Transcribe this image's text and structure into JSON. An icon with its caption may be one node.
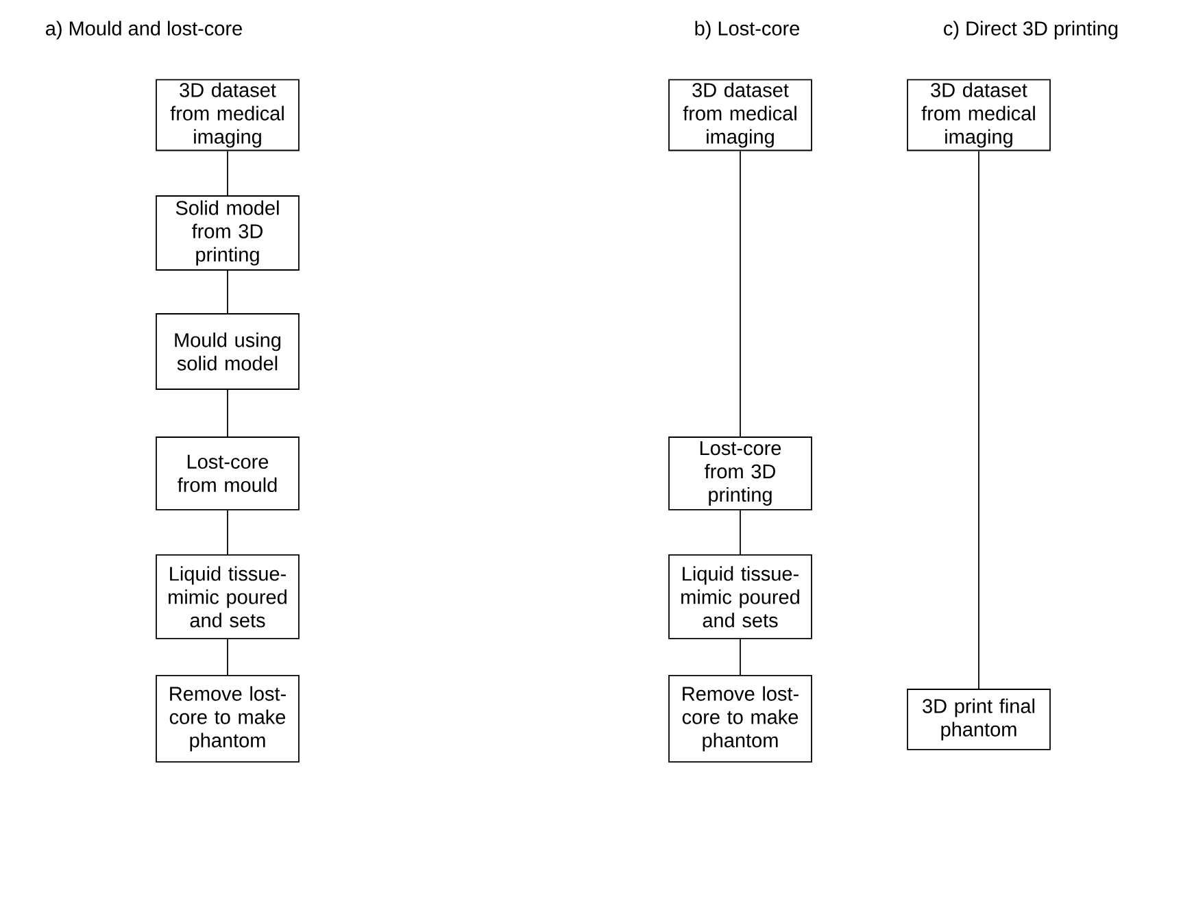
{
  "diagram": {
    "nodes": [
      {
        "text": [
          "3D dataset from medical imaging"
        ]
      },
      {
        "text": [
          "Solid model from 3D printing"
        ]
      },
      {
        "text": [
          "Mould using solid model"
        ]
      },
      {
        "text": [
          "Lost-core from mould"
        ]
      },
      {
        "text": [
          "Liquid tissue-mimic poured and sets"
        ]
      },
      {
        "text": [
          "Remove lost-core to make phantom"
        ]
      },
      {
        "text": [
          "3D dataset from medical imaging"
        ]
      },
      {
        "text": [
          "Lost-core from 3D printing"
        ]
      },
      {
        "text": [
          "Liquid tissue-mimic poured and sets"
        ]
      },
      {
        "text": [
          "Remove lost-core to make phantom"
        ]
      },
      {
        "text": [
          "3D dataset from medical imaging"
        ]
      },
      {
        "text": [
          "3D print final phantom"
        ]
      }
    ],
    "edges": [
      {
        "from": 0,
        "to": 1,
        "arrow": "none"
      },
      {
        "from": 1,
        "to": 2,
        "arrow": "none"
      },
      {
        "from": 2,
        "to": 3,
        "arrow": "none"
      },
      {
        "from": 3,
        "to": 4,
        "arrow": "none"
      },
      {
        "from": 4,
        "to": 5,
        "arrow": "none"
      },
      {
        "from": 6,
        "to": 7,
        "arrow": "none"
      },
      {
        "from": 7,
        "to": 8,
        "arrow": "none"
      },
      {
        "from": 8,
        "to": 9,
        "arrow": "none"
      },
      {
        "from": 10,
        "to": 11,
        "arrow": "none"
      }
    ],
    "labels": [
      "a) Mould and lost-core",
      "b) Lost-core",
      "c) Direct 3D printing"
    ]
  }
}
